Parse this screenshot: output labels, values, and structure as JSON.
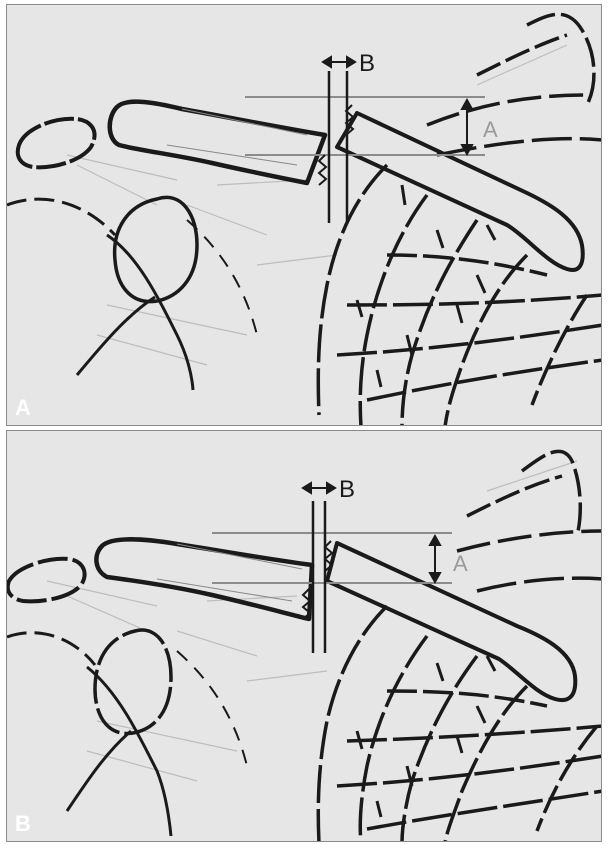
{
  "panels": [
    {
      "letter": "A",
      "dim_vertical": "A",
      "dim_horizontal": "B"
    },
    {
      "letter": "B",
      "dim_vertical": "A",
      "dim_horizontal": "B"
    }
  ]
}
